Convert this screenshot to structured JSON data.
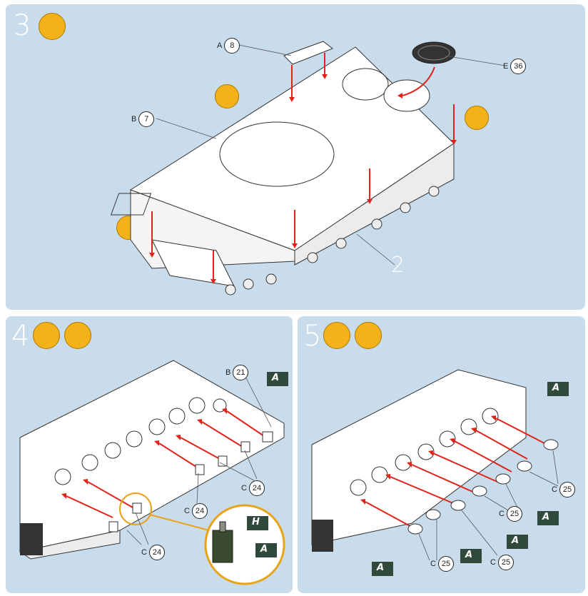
{
  "steps": [
    {
      "number": "3"
    },
    {
      "number": "4"
    },
    {
      "number": "5"
    }
  ],
  "step3": {
    "callouts": [
      {
        "letter": "A",
        "num": "8"
      },
      {
        "letter": "B",
        "num": "7"
      },
      {
        "letter": "E",
        "num": "36"
      }
    ],
    "part_number": "2"
  },
  "step4": {
    "callout_b": {
      "letter": "B",
      "num": "21"
    },
    "callout_c": {
      "letter": "C",
      "num": "24"
    },
    "flags": {
      "a": "A",
      "h": "H"
    }
  },
  "step5": {
    "callout_c": {
      "letter": "C",
      "num": "25"
    },
    "flags": {
      "a": "A"
    }
  },
  "colors": {
    "panel": "#c9dcec",
    "tool": "#f3b21a",
    "arrow": "#e2231a",
    "flag": "#2f4a3c",
    "detail_ring": "#e8a317"
  }
}
